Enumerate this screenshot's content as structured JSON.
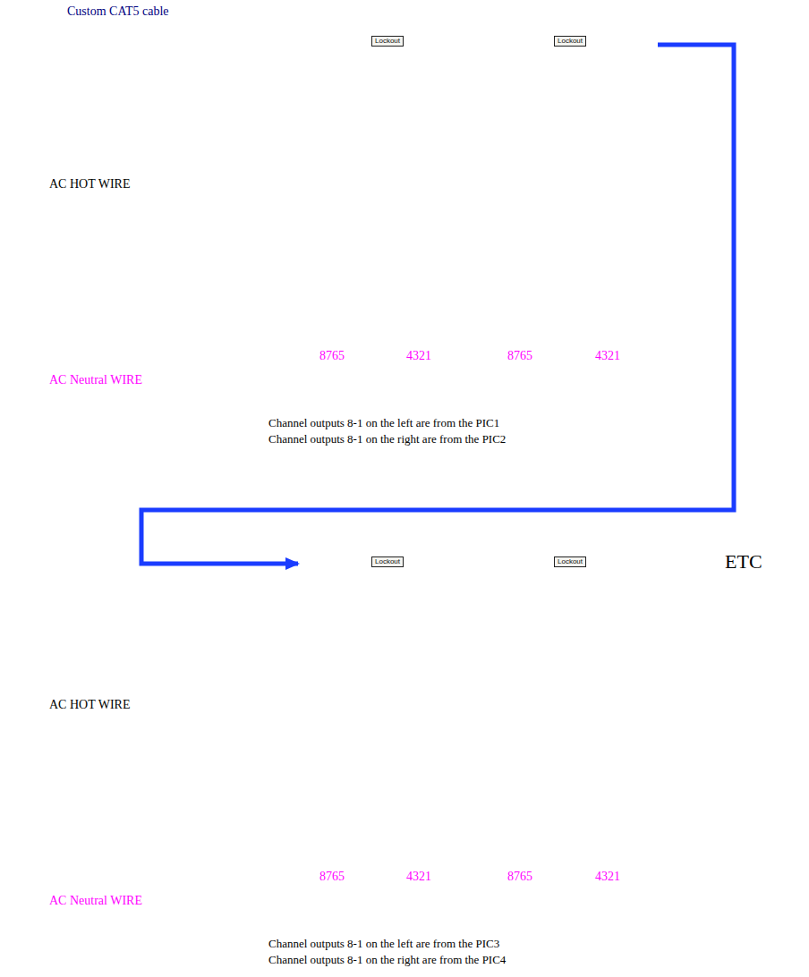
{
  "diagram": {
    "nodes": [
      {
        "text": [
          "Lockout",
          "Lockout"
        ]
      },
      {
        "text": [
          "Lockout",
          "Lockout"
        ]
      }
    ],
    "edges": [
      {
        "from": 0,
        "to": 1,
        "arrow": "to"
      }
    ],
    "labels": [
      "Custom CAT5 cable",
      "AC HOT WIRE",
      "8765",
      "4321",
      "8765",
      "4321",
      "AC Neutral WIRE",
      "Channel outputs 8-1 on the left are from the PIC1",
      "Channel outputs 8-1 on the right are from the PIC2",
      "ETC",
      "AC HOT WIRE",
      "8765",
      "4321",
      "8765",
      "4321",
      "AC Neutral WIRE",
      "Channel outputs 8-1 on the left are from the PIC3",
      "Channel outputs 8-1 on the right are from the PIC4"
    ]
  }
}
